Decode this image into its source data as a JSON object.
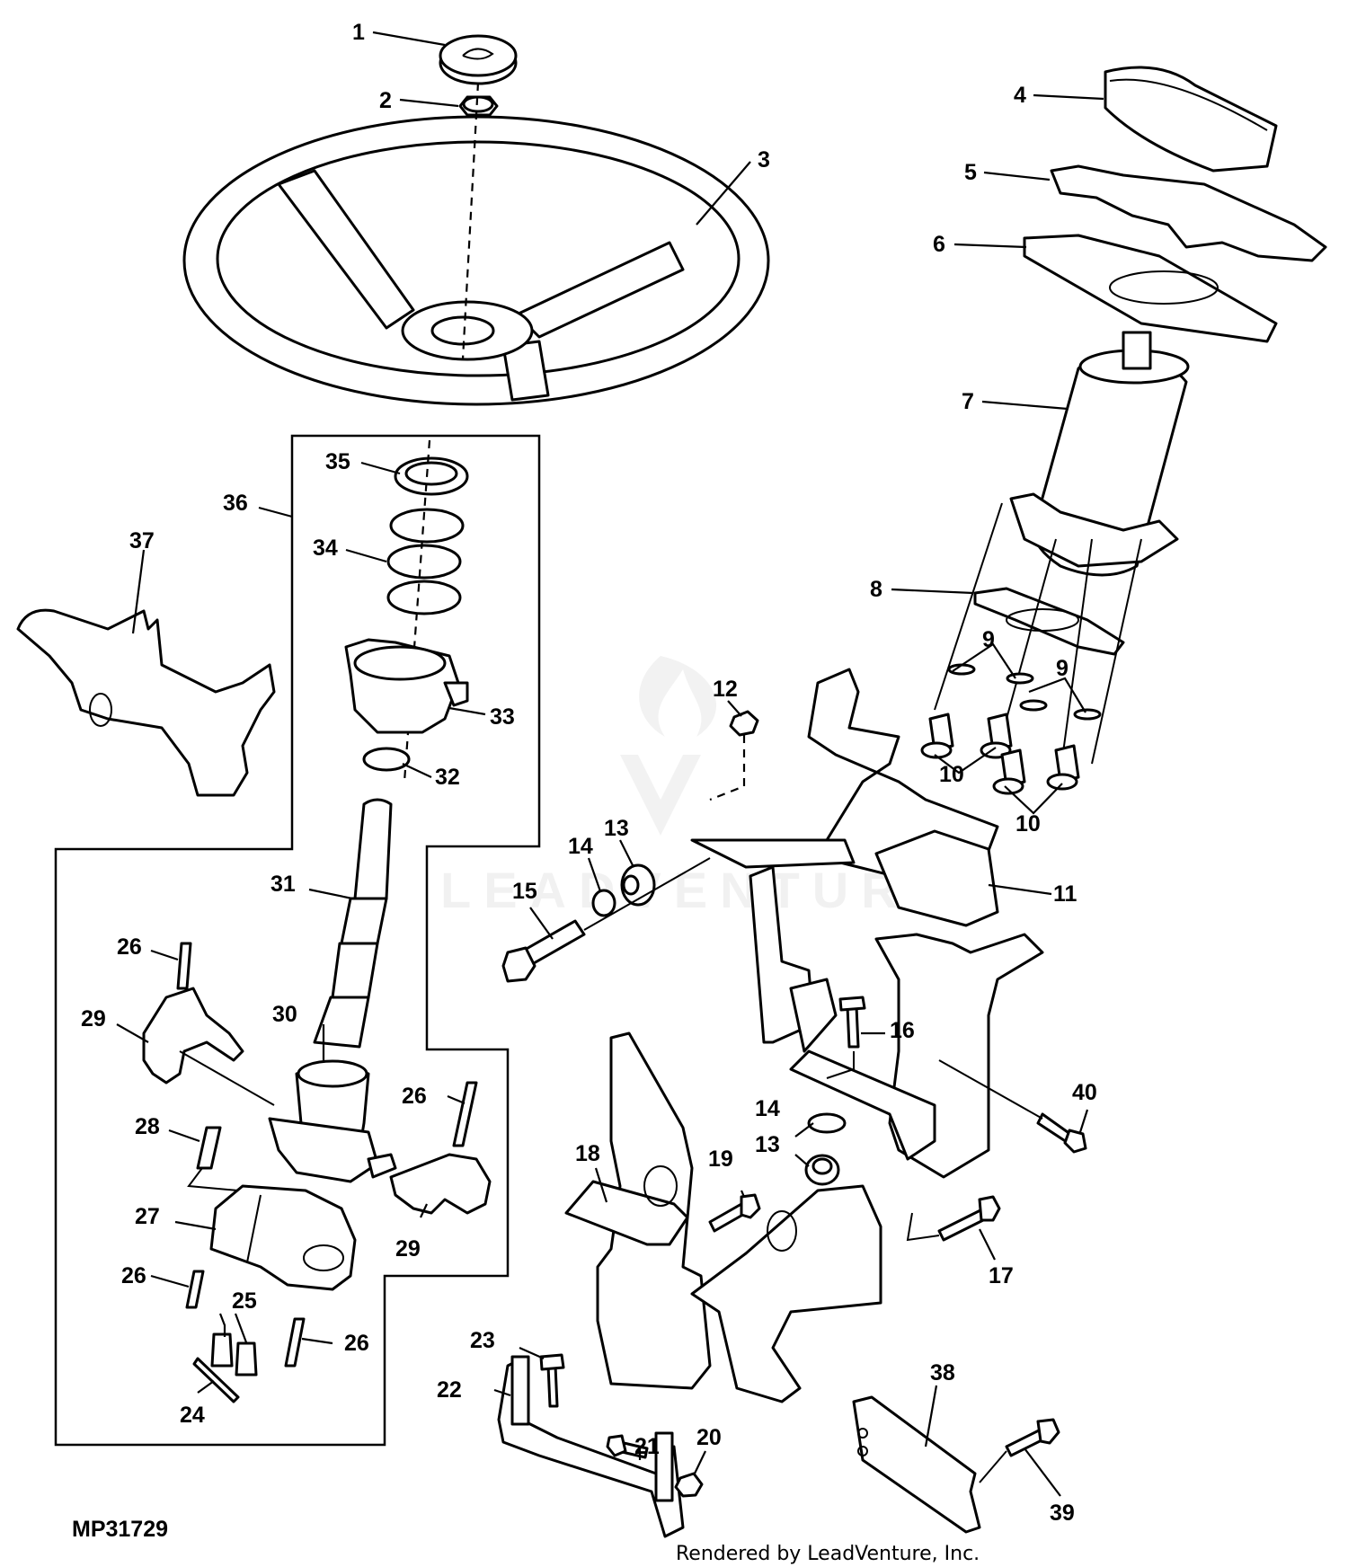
{
  "diagram": {
    "code": "MP31729",
    "credit": "Rendered by LeadVenture, Inc.",
    "watermark": "LEADVENTURE",
    "callouts": [
      "1",
      "2",
      "3",
      "4",
      "5",
      "6",
      "7",
      "8",
      "9",
      "9",
      "10",
      "10",
      "11",
      "12",
      "13",
      "13",
      "14",
      "14",
      "15",
      "16",
      "17",
      "18",
      "19",
      "20",
      "21",
      "22",
      "23",
      "24",
      "25",
      "26",
      "26",
      "26",
      "26",
      "27",
      "28",
      "29",
      "29",
      "30",
      "31",
      "32",
      "33",
      "34",
      "35",
      "36",
      "37",
      "38",
      "39",
      "40"
    ]
  }
}
